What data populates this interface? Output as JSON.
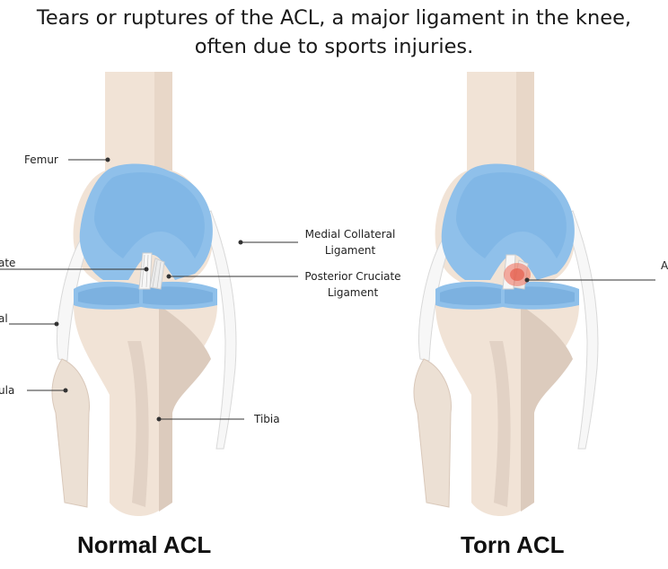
{
  "header": {
    "line1": "Tears or ruptures of the ACL, a major ligament in the knee,",
    "line2": "often due to sports injuries."
  },
  "labels": {
    "femur": "Femur",
    "anterior_cruciate_fragment": "ate",
    "lateral_collateral_fragment": "al",
    "fibula_fragment": "ula",
    "medial_collateral_line1": "Medial Collateral",
    "medial_collateral_line2": "Ligament",
    "posterior_cruciate_line1": "Posterior Cruciate",
    "posterior_cruciate_line2": "Ligament",
    "tibia": "Tibia",
    "torn_acl_fragment": "A"
  },
  "captions": {
    "normal": "Normal ACL",
    "torn": "Torn ACL"
  },
  "colors": {
    "bone_fill": "#f1e3d6",
    "bone_shade": "#dccbbd",
    "cartilage_fill": "#8fc0ea",
    "cartilage_dark": "#6fa6d9",
    "ligament": "#f7f7f7",
    "injury": "#ee6a55",
    "leader_line": "#333333"
  }
}
